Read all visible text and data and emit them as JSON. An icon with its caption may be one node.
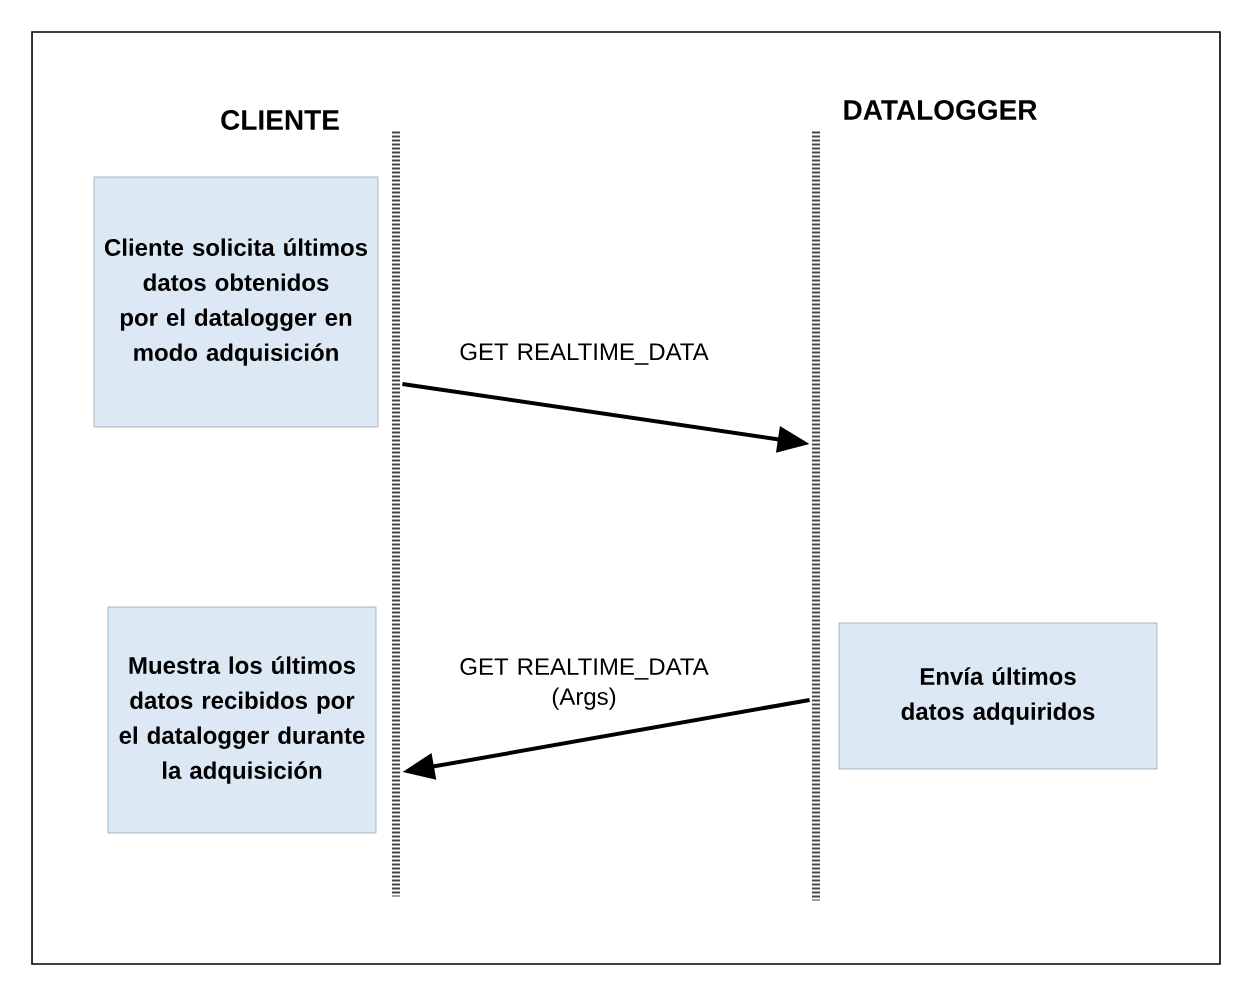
{
  "diagram": {
    "nodes": [
      {
        "text": [
          "CLIENTE"
        ]
      },
      {
        "text": [
          "DATALOGGER"
        ]
      },
      {
        "text": [],
        "shape": "bar"
      },
      {
        "text": [],
        "shape": "bar"
      },
      {
        "text": [
          "Cliente solicita últimos datos obtenidos por el datalogger en modo adquisición"
        ]
      },
      {
        "text": [
          "Muestra los últimos datos recibidos por el datalogger durante la adquisición"
        ]
      },
      {
        "text": [
          "Envía últimos datos adquiridos"
        ]
      }
    ],
    "edges": [
      {
        "from": 2,
        "to": 3,
        "arrow": "to",
        "label": "GET REALTIME_DATA"
      },
      {
        "from": 3,
        "to": 2,
        "arrow": "to",
        "label": "GET REALTIME_DATA (Args)"
      }
    ]
  }
}
